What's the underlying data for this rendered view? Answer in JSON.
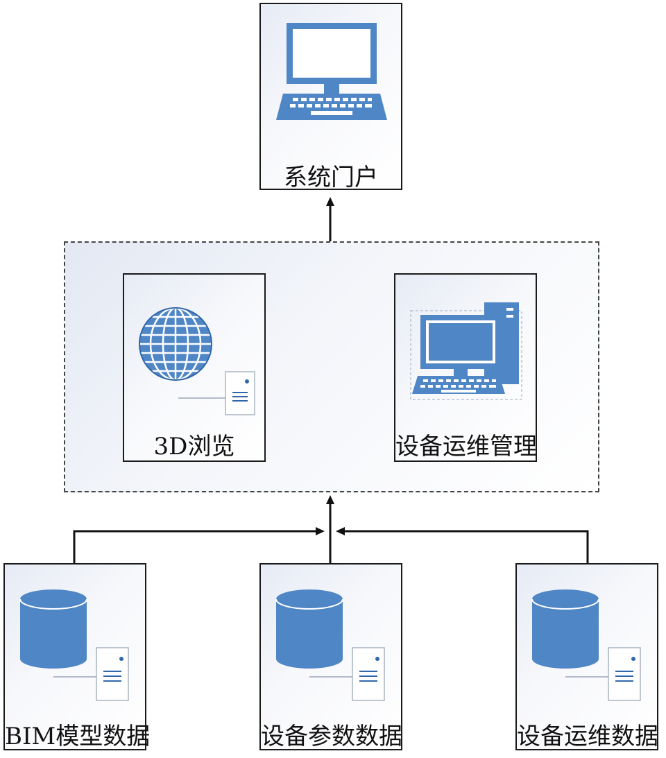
{
  "nodes": {
    "portal": {
      "label": "系统门户",
      "icon": "laptop-icon"
    },
    "browse3d": {
      "label": "3D浏览",
      "icon": "globe-server-icon"
    },
    "equipment_mgmt": {
      "label": "设备运维管理",
      "icon": "desktop-computer-icon"
    },
    "bim_data": {
      "label": "BIM模型数据",
      "icon": "database-server-icon"
    },
    "param_data": {
      "label": "设备参数数据",
      "icon": "database-server-icon"
    },
    "ops_data": {
      "label": "设备运维数据",
      "icon": "database-server-icon"
    }
  },
  "colors": {
    "icon_blue": "#4f86c6",
    "icon_dark": "#2f67a8",
    "border": "#1a1a1a",
    "dashed_border": "#444444"
  }
}
